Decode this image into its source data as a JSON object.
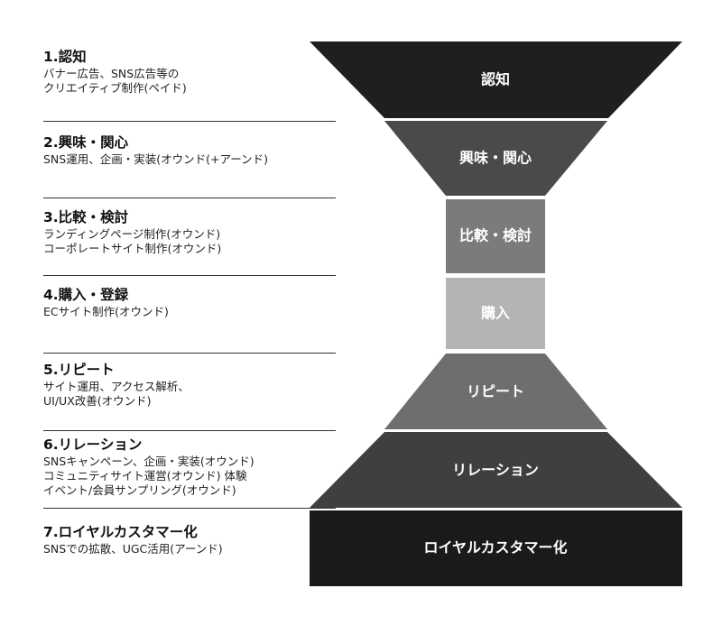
{
  "stages": [
    {
      "title": "1.認知",
      "lines": [
        "バナー広告、SNS広告等の",
        "クリエイティブ制作(ペイド)"
      ],
      "funnel_label": "認知",
      "fill": "#1f1f1f",
      "text_color": "#ffffff"
    },
    {
      "title": "2.興味・関心",
      "lines": [
        "SNS運用、企画・実装(オウンド(+アーンド)"
      ],
      "funnel_label": "興味・関心",
      "fill": "#4a4a4a",
      "text_color": "#ffffff"
    },
    {
      "title": "3.比較・検討",
      "lines": [
        "ランディングページ制作(オウンド)",
        "コーポレートサイト制作(オウンド)"
      ],
      "funnel_label": "比較・検討",
      "fill": "#7b7b7b",
      "text_color": "#ffffff"
    },
    {
      "title": "4.購入・登録",
      "lines": [
        "ECサイト制作(オウンド)"
      ],
      "funnel_label": "購入",
      "fill": "#b4b4b4",
      "text_color": "#ffffff"
    },
    {
      "title": "5.リピート",
      "lines": [
        "サイト運用、アクセス解析、",
        "UI/UX改善(オウンド)"
      ],
      "funnel_label": "リピート",
      "fill": "#6e6e6e",
      "text_color": "#ffffff"
    },
    {
      "title": "6.リレーション",
      "lines": [
        "SNSキャンペーン、企画・実装(オウンド)",
        "コミュニティサイト運営(オウンド) 体験",
        "イベント/会員サンプリング(オウンド)"
      ],
      "funnel_label": "リレーション",
      "fill": "#3f3f3f",
      "text_color": "#ffffff"
    },
    {
      "title": "7.ロイヤルカスタマー化",
      "lines": [
        "SNSでの拡散、UGC活用(アーンド)"
      ],
      "funnel_label": "ロイヤルカスタマー化",
      "fill": "#1a1a1a",
      "text_color": "#ffffff"
    }
  ]
}
